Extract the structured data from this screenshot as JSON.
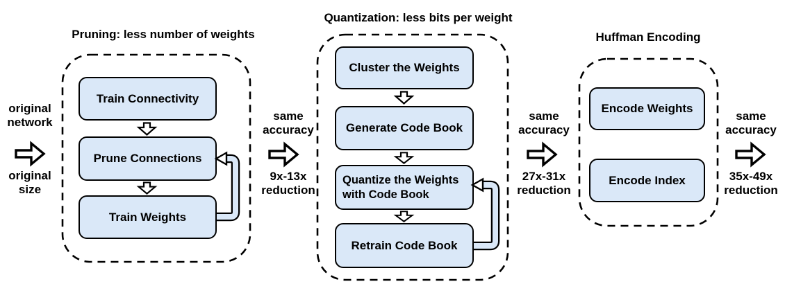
{
  "diagram": {
    "input": {
      "top_label": "original\nnetwork",
      "bottom_label": "original\nsize"
    },
    "stages": [
      {
        "title": "Pruning: less number of weights",
        "boxes": [
          "Train Connectivity",
          "Prune Connections",
          "Train Weights"
        ]
      },
      {
        "title": "Quantization: less bits per weight",
        "boxes": [
          "Cluster the Weights",
          "Generate Code Book",
          "Quantize the Weights\nwith Code Book",
          "Retrain Code Book"
        ]
      },
      {
        "title": "Huffman Encoding",
        "boxes": [
          "Encode Weights",
          "Encode Index"
        ]
      }
    ],
    "transitions": [
      {
        "top_label": "same\naccuracy",
        "bottom_label": "9x-13x\nreduction"
      },
      {
        "top_label": "same\naccuracy",
        "bottom_label": "27x-31x\nreduction"
      },
      {
        "top_label": "same\naccuracy",
        "bottom_label": "35x-49x\nreduction"
      }
    ],
    "colors": {
      "box_fill": "#dae8f8",
      "outline": "#000000",
      "arrow_fill": "#ffffff",
      "background": "#ffffff",
      "text": "#000000"
    }
  }
}
